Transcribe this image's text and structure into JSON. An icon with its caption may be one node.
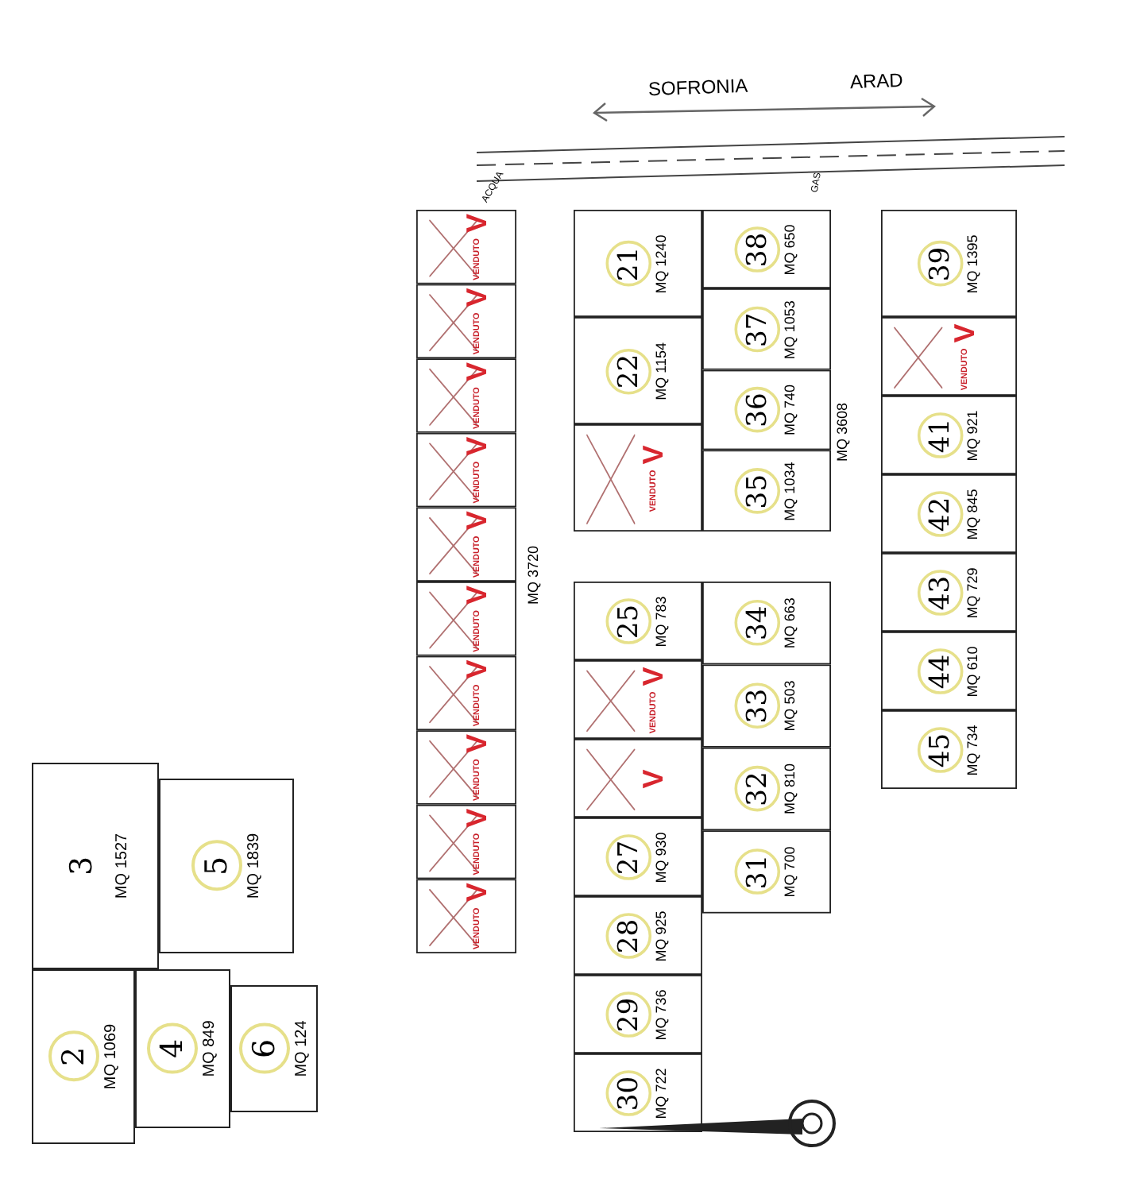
{
  "diagram": {
    "nodes": [
      {
        "text": [
          "VENDUTO",
          "V"
        ]
      },
      {
        "text": [
          "VENDUTO",
          "V"
        ]
      },
      {
        "text": [
          "VENDUTO",
          "V"
        ]
      },
      {
        "text": [
          "VENDUTO",
          "V"
        ]
      },
      {
        "text": [
          "VENDUTO",
          "V"
        ]
      },
      {
        "text": [
          "VENDUTO",
          "V"
        ]
      },
      {
        "text": [
          "VENDUTO",
          "V"
        ]
      },
      {
        "text": [
          "VENDUTO",
          "V"
        ]
      },
      {
        "text": [
          "VENDUTO",
          "V"
        ]
      },
      {
        "text": [
          "VENDUTO",
          "V"
        ]
      },
      {
        "text": [
          "21",
          "MQ 1240"
        ]
      },
      {
        "text": [
          "38",
          "MQ 650"
        ]
      },
      {
        "text": [
          "37",
          "MQ 1053"
        ]
      },
      {
        "text": [
          "22",
          "MQ 1154"
        ]
      },
      {
        "text": [
          "36",
          "MQ 740"
        ]
      },
      {
        "text": [
          "VENDUTO",
          "V"
        ]
      },
      {
        "text": [
          "35",
          "MQ 1034"
        ]
      },
      {
        "text": [
          "39",
          "MQ 1395"
        ]
      },
      {
        "text": [
          "VENDUTO",
          "V"
        ]
      },
      {
        "text": [
          "41",
          "MQ 921"
        ]
      },
      {
        "text": [
          "42",
          "MQ 845"
        ]
      },
      {
        "text": [
          "43",
          "MQ 729"
        ]
      },
      {
        "text": [
          "25",
          "MQ 783"
        ]
      },
      {
        "text": [
          "34",
          "MQ 663"
        ]
      },
      {
        "text": [
          "VENDUTO",
          "V"
        ]
      },
      {
        "text": [
          "33",
          "MQ 503"
        ]
      },
      {
        "text": [
          "44",
          "MQ 610"
        ]
      },
      {
        "text": [
          "V"
        ]
      },
      {
        "text": [
          "27",
          "MQ 930"
        ]
      },
      {
        "text": [
          "32",
          "MQ 810"
        ]
      },
      {
        "text": [
          "45",
          "MQ 734"
        ]
      },
      {
        "text": [
          "28",
          "MQ 925"
        ]
      },
      {
        "text": [
          "31",
          "MQ 700"
        ]
      },
      {
        "text": [
          "3",
          "MQ 1527"
        ]
      },
      {
        "text": [
          "5",
          "MQ 1839"
        ]
      },
      {
        "text": [
          "29",
          "MQ 736"
        ]
      },
      {
        "text": [
          "30",
          "MQ 722"
        ]
      },
      {
        "text": [
          "2",
          "MQ 1069"
        ]
      },
      {
        "text": [
          "4",
          "MQ 849"
        ]
      },
      {
        "text": [
          "6",
          "MQ 124"
        ]
      }
    ],
    "labels": [
      "SOFRONIA",
      "ARAD",
      "ACQUA",
      "GAS",
      "MQ 3720",
      "MQ 3608"
    ]
  }
}
